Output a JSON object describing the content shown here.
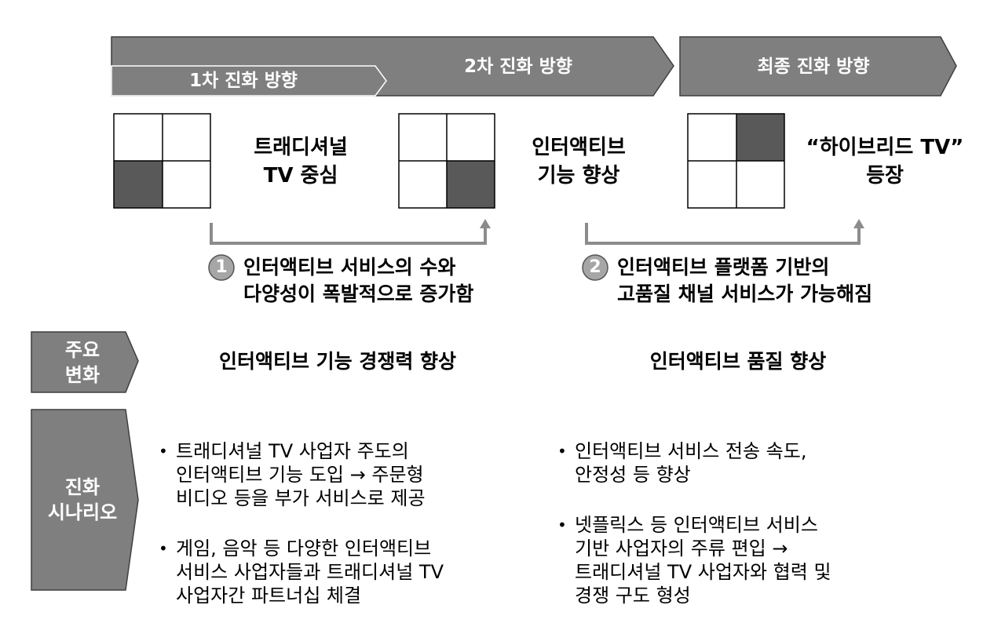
{
  "headers": {
    "first": "1차 진화 방향",
    "second": "2차 진화 방향",
    "final": "최종 진화 방향"
  },
  "stages": [
    {
      "label": "트래디셔널\nTV 중심",
      "filled_quadrant": "bottom-left"
    },
    {
      "label": "인터액티브\n기능 향상",
      "filled_quadrant": "bottom-right"
    },
    {
      "label": "“하이브리드 TV”\n등장",
      "filled_quadrant": "top-right"
    }
  ],
  "changes": [
    {
      "number": "1",
      "text": "인터액티브 서비스의 수와\n다양성이 폭발적으로 증가함"
    },
    {
      "number": "2",
      "text": "인터액티브 플랫폼 기반의\n고품질 채널 서비스가 가능해짐"
    }
  ],
  "main_change": {
    "label": "주요\n변화",
    "left": "인터액티브 기능 경쟁력 향상",
    "right": "인터액티브 품질 향상"
  },
  "scenario": {
    "label": "진화\n시나리오",
    "left_bullets": [
      "트래디셔널 TV 사업자 주도의\n인터액티브 기능 도입 → 주문형\n비디오 등을 부가 서비스로 제공",
      "게임, 음악 등 다양한 인터액티브\n서비스 사업자들과 트래디셔널 TV\n사업자간 파트너십 체결"
    ],
    "right_bullets": [
      "인터액티브 서비스 전송 속도,\n안정성 등 향상",
      "넷플릭스 등 인터액티브 서비스\n기반 사업자의 주류 편입 →\n트래디셔널 TV 사업자와 협력 및\n경쟁 구도 형성"
    ]
  },
  "colors": {
    "arrow_fill": "#7f7f7f",
    "quad_fill": "#595959",
    "connector": "#8c8c8c",
    "badge_fill": "#a6a6a6"
  }
}
